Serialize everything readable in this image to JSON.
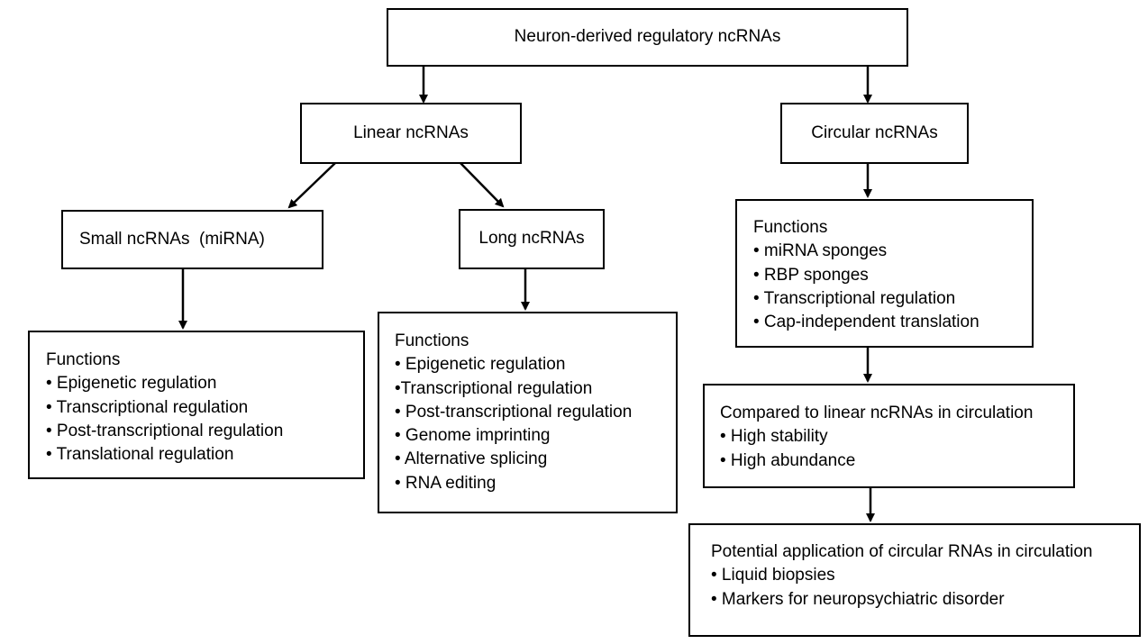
{
  "root": {
    "label": "Neuron-derived regulatory ncRNAs"
  },
  "linear": {
    "label": "Linear ncRNAs"
  },
  "circular": {
    "label": "Circular ncRNAs"
  },
  "small": {
    "label": "Small ncRNAs  (miRNA)"
  },
  "long": {
    "label": "Long ncRNAs"
  },
  "small_functions": {
    "title": "Functions",
    "items": [
      "• Epigenetic regulation",
      "• Transcriptional regulation",
      "• Post-transcriptional regulation",
      "• Translational regulation"
    ]
  },
  "long_functions": {
    "title": "Functions",
    "items": [
      "• Epigenetic regulation",
      "•Transcriptional regulation",
      "• Post-transcriptional regulation",
      "• Genome imprinting",
      "• Alternative splicing",
      "• RNA editing"
    ]
  },
  "circular_functions": {
    "title": "Functions",
    "items": [
      "• miRNA sponges",
      "• RBP sponges",
      "• Transcriptional regulation",
      "• Cap-independent translation"
    ]
  },
  "comparison": {
    "title": "Compared to linear ncRNAs in circulation",
    "items": [
      "• High stability",
      "• High abundance"
    ]
  },
  "application": {
    "title": "Potential application of circular RNAs in circulation",
    "items": [
      "• Liquid biopsies",
      "• Markers for neuropsychiatric disorder"
    ]
  }
}
